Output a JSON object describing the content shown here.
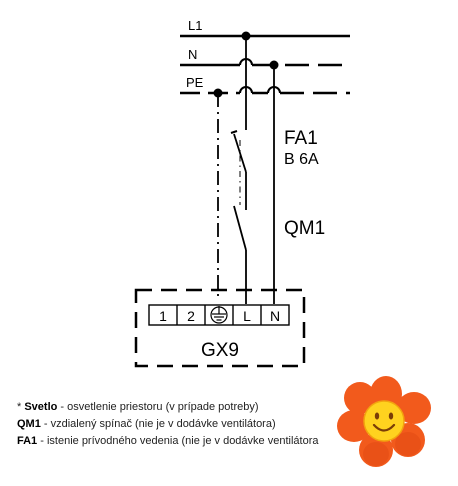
{
  "bus_labels": {
    "l1": "L1",
    "n": "N",
    "pe": "PE"
  },
  "breaker": {
    "name": "FA1",
    "rating": "B 6A"
  },
  "switch": {
    "name": "QM1"
  },
  "terminal_block": {
    "name": "GX9",
    "terminals": [
      "1",
      "2",
      "",
      "L",
      "N"
    ]
  },
  "legend": [
    {
      "prefix": "* ",
      "term": "Svetlo",
      "desc": " - osvetlenie priestoru (v prípade potreby)"
    },
    {
      "prefix": "",
      "term": "QM1",
      "desc": " - vzdialený spínač (nie je v dodávke ventilátora)"
    },
    {
      "prefix": "",
      "term": "FA1",
      "desc": " - istenie prívodného vedenia (nie je v dodávke ventilátora"
    }
  ],
  "colors": {
    "flower_petals": "#f25a1c",
    "flower_center": "#ffd21f",
    "line": "#000000"
  },
  "icons": [
    "ground-icon",
    "smiley-flower-icon"
  ]
}
